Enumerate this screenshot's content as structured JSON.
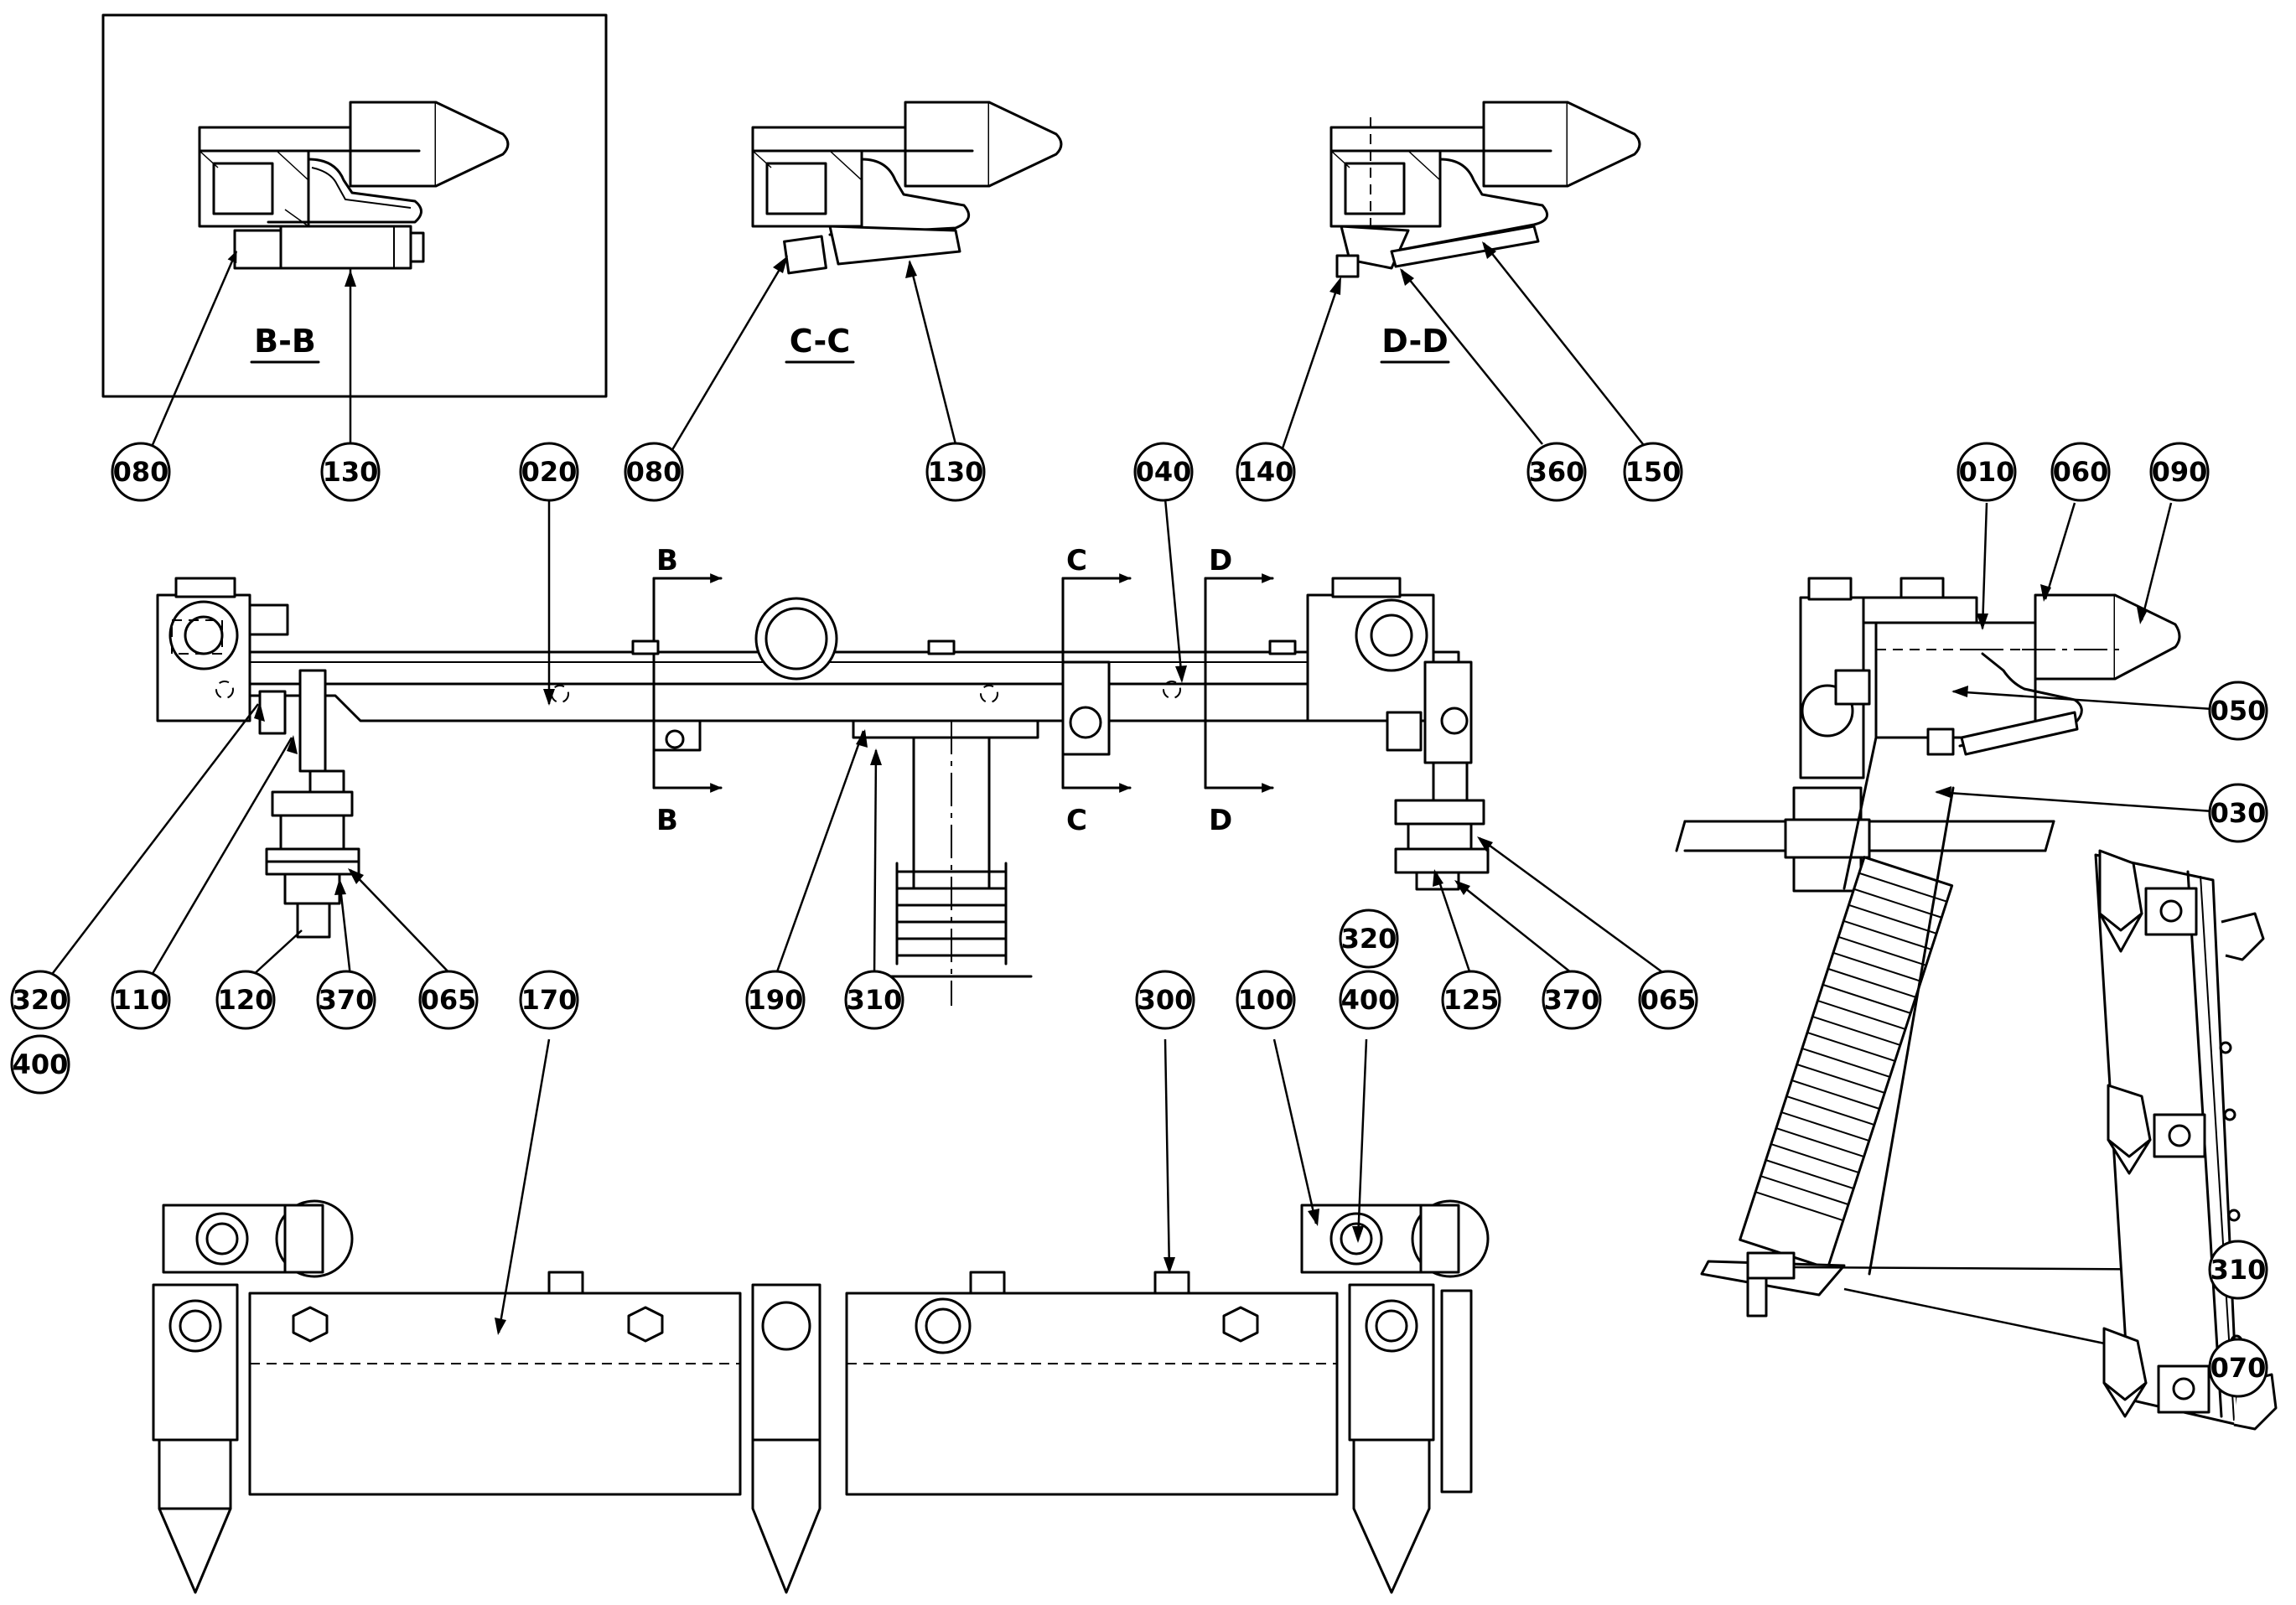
{
  "sections": [
    {
      "id": "BB",
      "label": "B-B"
    },
    {
      "id": "CC",
      "label": "C-C"
    },
    {
      "id": "DD",
      "label": "D-D"
    }
  ],
  "cut_letters": {
    "B": "B",
    "C": "C",
    "D": "D"
  },
  "callouts": {
    "bb_080": "080",
    "bb_130": "130",
    "cc_080": "080",
    "cc_130": "130",
    "dd_140": "140",
    "dd_360": "360",
    "dd_150": "150",
    "top_020": "020",
    "top_040": "040",
    "side_010": "010",
    "side_060": "060",
    "side_090": "090",
    "side_050": "050",
    "side_030": "030",
    "side_310": "310",
    "side_070": "070",
    "row_320": "320",
    "row_400": "400",
    "row_110": "110",
    "row_120": "120",
    "row_370a": "370",
    "row_065a": "065",
    "row_190": "190",
    "row_310": "310",
    "row_125": "125",
    "row_370b": "370",
    "row_065b": "065",
    "front_170": "170",
    "front_300": "300",
    "front_100": "100",
    "front_320": "320",
    "front_400": "400"
  }
}
